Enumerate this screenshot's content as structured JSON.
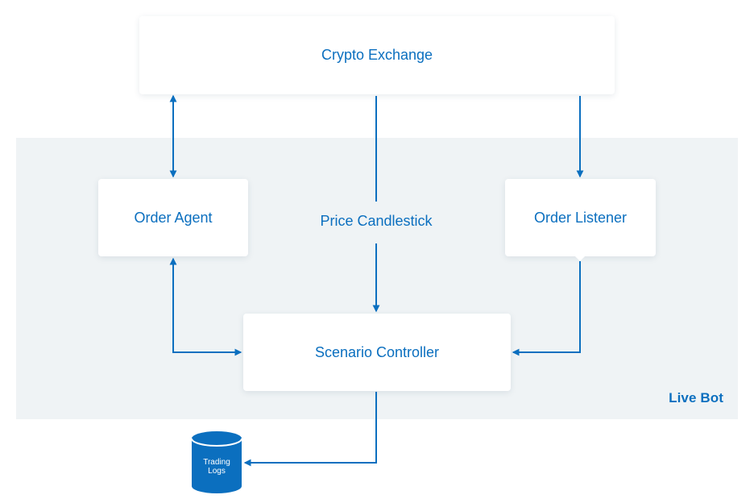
{
  "diagram": {
    "zone_label": "Live Bot",
    "nodes": {
      "exchange": "Crypto Exchange",
      "order_agent": "Order Agent",
      "order_listener": "Order Listener",
      "scenario_controller": "Scenario Controller"
    },
    "edge_labels": {
      "price_candlestick": "Price Candlestick"
    },
    "datastore": {
      "line1": "Trading",
      "line2": "Logs"
    },
    "colors": {
      "accent": "#0b6fbf",
      "zone_background": "#eff3f5",
      "box_background": "#ffffff"
    }
  }
}
